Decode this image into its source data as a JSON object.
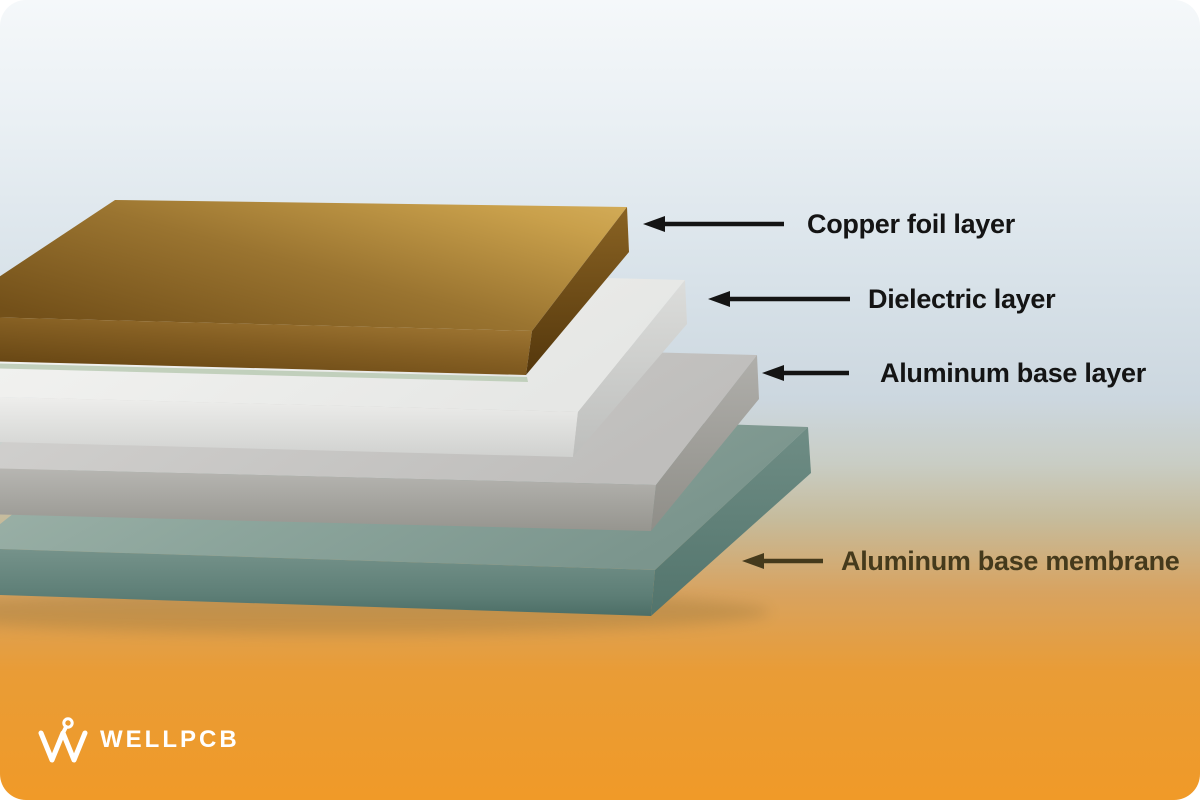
{
  "scene": {
    "description": "Exploded 3D diagram of metal-core PCB layer stack-up",
    "background": {
      "top_color": "#f5f8fa",
      "middle_color": "#ccd7df",
      "bottom_color": "#f09a28"
    },
    "layers": [
      {
        "id": "copper-foil",
        "label": "Copper foil layer",
        "label_color": "#141414",
        "arrow_color": "#141414",
        "top_color": "#c9a24e",
        "front_color": "#7a5518",
        "side_color": "#6b4a17"
      },
      {
        "id": "dielectric",
        "label": "Dielectric layer",
        "label_color": "#141414",
        "arrow_color": "#141414",
        "top_color": "#f0f1ef",
        "front_color": "#dcdddb",
        "side_color": "#c8c9c7"
      },
      {
        "id": "aluminum-base",
        "label": "Aluminum base layer",
        "label_color": "#141414",
        "arrow_color": "#141414",
        "top_color": "#c9c8c6",
        "front_color": "#a8a7a3",
        "side_color": "#9a9995"
      },
      {
        "id": "aluminum-membrane",
        "label": "Aluminum base membrane",
        "label_color": "#453a1c",
        "arrow_color": "#453a1c",
        "top_color": "#8ba49b",
        "front_color": "#628179",
        "side_color": "#5d7f77"
      }
    ]
  },
  "branding": {
    "logo_text": "WELLPCB",
    "logo_color": "#ffffff",
    "logo_mark": "w-circuit-trace-icon"
  }
}
